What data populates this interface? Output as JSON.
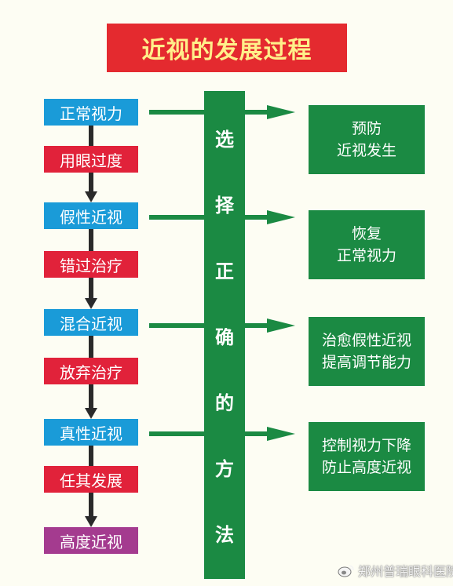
{
  "title": "近视的发展过程",
  "stages": [
    {
      "label": "正常视力",
      "kind": "state"
    },
    {
      "label": "用眼过度",
      "kind": "cause"
    },
    {
      "label": "假性近视",
      "kind": "state"
    },
    {
      "label": "错过治疗",
      "kind": "cause"
    },
    {
      "label": "混合近视",
      "kind": "state"
    },
    {
      "label": "放弃治疗",
      "kind": "cause"
    },
    {
      "label": "真性近视",
      "kind": "state"
    },
    {
      "label": "任其发展",
      "kind": "cause"
    },
    {
      "label": "高度近视",
      "kind": "final"
    }
  ],
  "method": {
    "chars": [
      "选",
      "择",
      "正",
      "确",
      "的",
      "方",
      "法"
    ]
  },
  "results": [
    {
      "line1": "预防",
      "line2": "近视发生"
    },
    {
      "line1": "恢复",
      "line2": "正常视力"
    },
    {
      "line1": "治愈假性近视",
      "line2": "提高调节能力"
    },
    {
      "line1": "控制视力下降",
      "line2": "防止高度近视"
    }
  ],
  "watermark": {
    "text": "郑州普瑞眼科医院",
    "icon": "weibo-icon"
  },
  "colors": {
    "title_bg": "#e42a2f",
    "title_text": "#ffef8a",
    "state_blue": "#1a9bd8",
    "cause_red": "#e1223a",
    "final_purple": "#a43b8f",
    "method_green": "#1b8a43",
    "arrow_dark": "#2a2a2a"
  }
}
